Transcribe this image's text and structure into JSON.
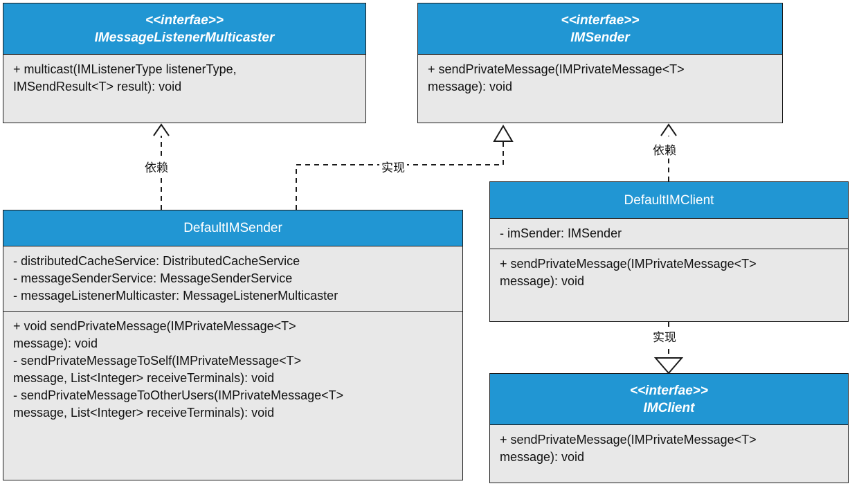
{
  "diagram": {
    "type": "uml-class-diagram",
    "colors": {
      "header_fill": "#2196d3",
      "body_fill": "#e8e8e8",
      "stroke": "#1a1a1a",
      "header_text": "#ffffff",
      "body_text": "#111111"
    },
    "classes": [
      {
        "id": "imessagelistenermulticaster",
        "stereotype": "<<interfae>>",
        "name": "IMessageListenerMulticaster",
        "is_interface": true,
        "sections": [
          "+ multicast(IMListenerType listenerType,\n   IMSendResult<T> result): void"
        ]
      },
      {
        "id": "imsender",
        "stereotype": "<<interfae>>",
        "name": "IMSender",
        "is_interface": true,
        "sections": [
          "+ sendPrivateMessage(IMPrivateMessage<T>\n   message): void"
        ]
      },
      {
        "id": "defaultimsender",
        "stereotype": "",
        "name": "DefaultIMSender",
        "is_interface": false,
        "sections": [
          "- distributedCacheService: DistributedCacheService\n- messageSenderService: MessageSenderService\n- messageListenerMulticaster: MessageListenerMulticaster",
          "+ void sendPrivateMessage(IMPrivateMessage<T>\n  message): void\n- sendPrivateMessageToSelf(IMPrivateMessage<T>\n  message, List<Integer> receiveTerminals): void\n- sendPrivateMessageToOtherUsers(IMPrivateMessage<T>\n  message, List<Integer> receiveTerminals): void"
        ]
      },
      {
        "id": "defaultimclient",
        "stereotype": "",
        "name": "DefaultIMClient",
        "is_interface": false,
        "sections": [
          "- imSender: IMSender",
          "+ sendPrivateMessage(IMPrivateMessage<T>\n   message): void"
        ]
      },
      {
        "id": "imclient",
        "stereotype": "<<interfae>>",
        "name": "IMClient",
        "is_interface": true,
        "sections": [
          "+ sendPrivateMessage(IMPrivateMessage<T>\n   message): void"
        ]
      }
    ],
    "edges": [
      {
        "id": "edge-dependency-multicaster",
        "label": "依赖",
        "kind": "dependency",
        "from": "defaultimsender",
        "to": "imessagelistenermulticaster"
      },
      {
        "id": "edge-realization-imsender",
        "label": "实现",
        "kind": "realization",
        "from": "defaultimsender",
        "to": "imsender"
      },
      {
        "id": "edge-dependency-imsender",
        "label": "依赖",
        "kind": "dependency",
        "from": "defaultimclient",
        "to": "imsender"
      },
      {
        "id": "edge-realization-imclient",
        "label": "实现",
        "kind": "realization",
        "from": "defaultimclient",
        "to": "imclient"
      }
    ]
  }
}
